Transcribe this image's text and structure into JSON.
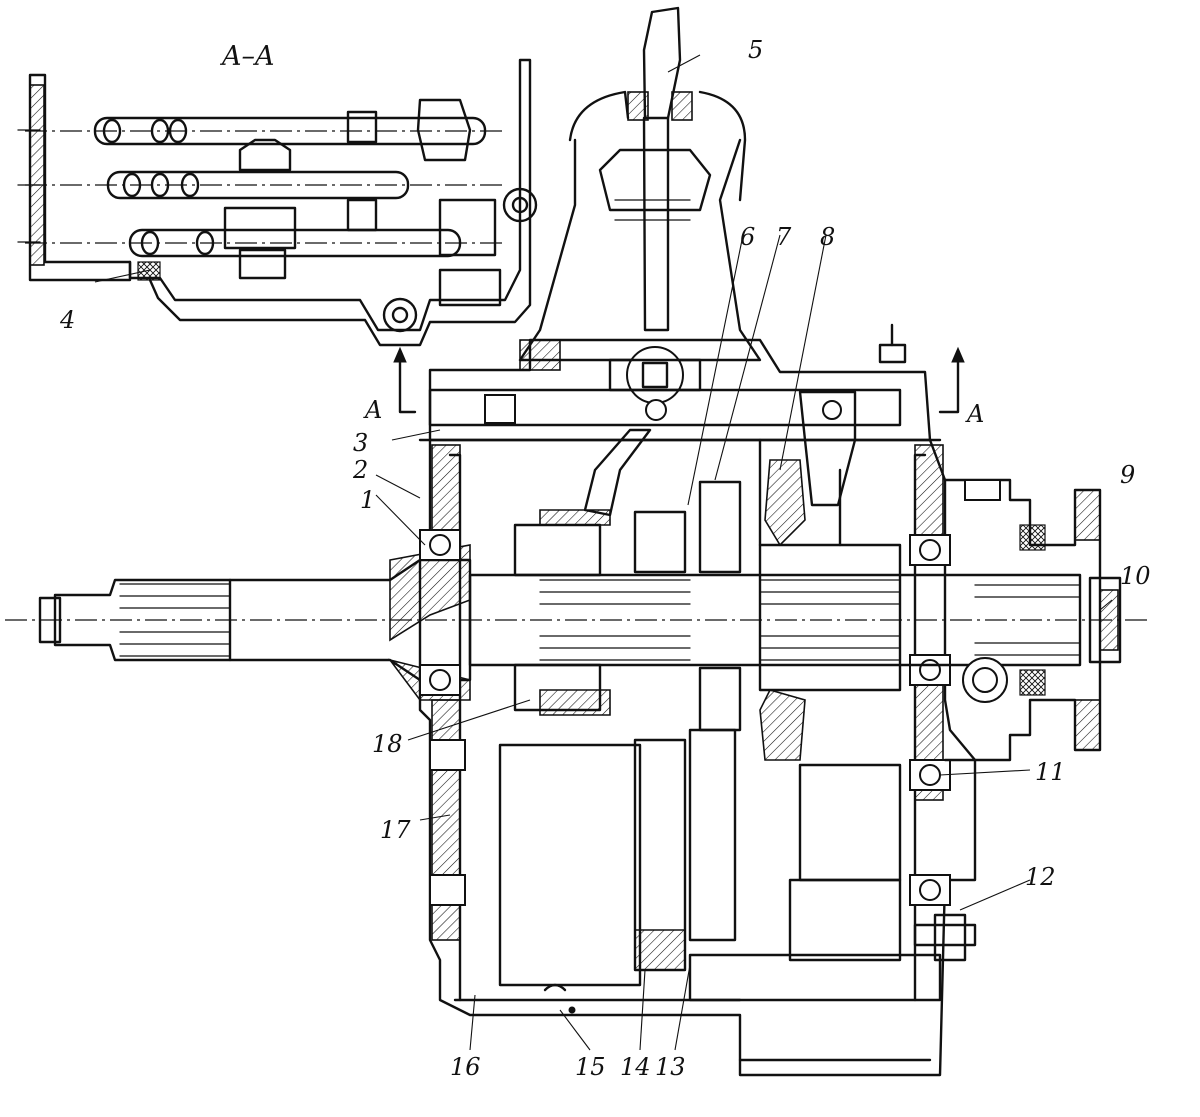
{
  "section": {
    "title": "A–A",
    "cut_marks": [
      "A",
      "A"
    ]
  },
  "callouts": [
    "1",
    "2",
    "3",
    "4",
    "5",
    "6",
    "7",
    "8",
    "9",
    "10",
    "11",
    "12",
    "13",
    "14",
    "15",
    "16",
    "17",
    "18"
  ],
  "colors": {
    "ink": "#111111",
    "paper": "#ffffff"
  }
}
